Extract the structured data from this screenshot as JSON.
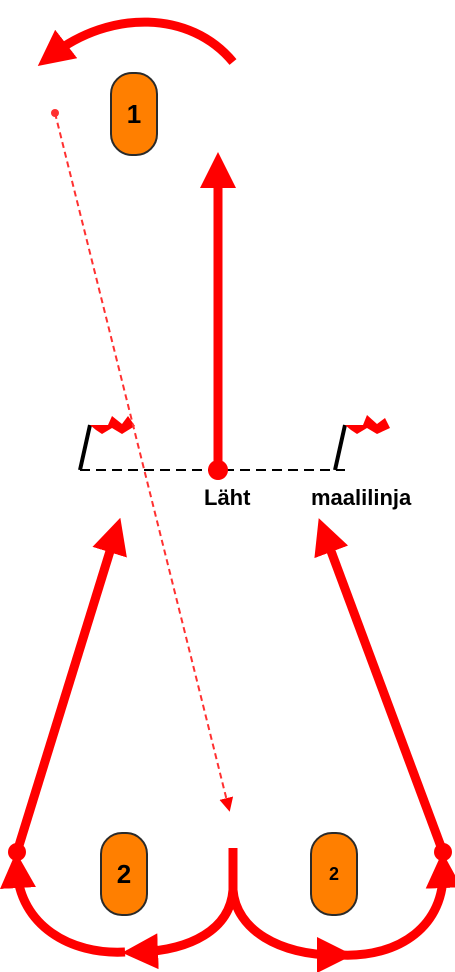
{
  "colors": {
    "arrow": "#ff0000",
    "marker_fill": "#ff7f00",
    "line": "#000000"
  },
  "markers": [
    {
      "id": "marker-1",
      "label": "1"
    },
    {
      "id": "marker-2-left",
      "label": "2"
    },
    {
      "id": "marker-2-right",
      "label": "2"
    }
  ],
  "labels": {
    "start": "Läht",
    "finish": "maalilinja"
  },
  "icons": {
    "flag_left": "flag-icon",
    "flag_right": "flag-icon"
  }
}
